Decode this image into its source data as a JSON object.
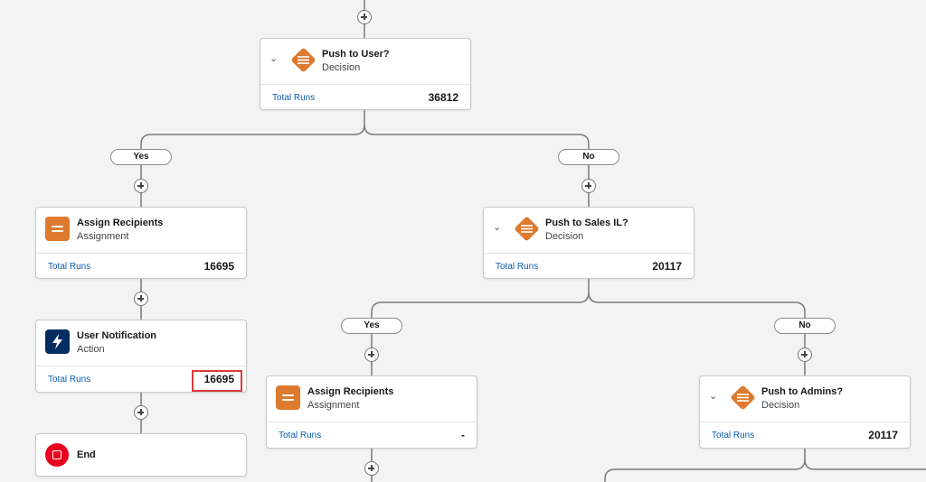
{
  "nodes": {
    "push_to_user": {
      "title": "Push to User?",
      "type": "Decision",
      "runs_label": "Total Runs",
      "runs": "36812"
    },
    "assign_left": {
      "title": "Assign Recipients",
      "type": "Assignment",
      "runs_label": "Total Runs",
      "runs": "16695"
    },
    "user_notification": {
      "title": "User Notification",
      "type": "Action",
      "runs_label": "Total Runs",
      "runs": "16695"
    },
    "end": {
      "title": "End"
    },
    "push_to_sales": {
      "title": "Push to Sales IL?",
      "type": "Decision",
      "runs_label": "Total Runs",
      "runs": "20117"
    },
    "assign_mid": {
      "title": "Assign Recipients",
      "type": "Assignment",
      "runs_label": "Total Runs",
      "runs": "-"
    },
    "push_to_admins": {
      "title": "Push to Admins?",
      "type": "Decision",
      "runs_label": "Total Runs",
      "runs": "20117"
    }
  },
  "branches": {
    "user_yes": "Yes",
    "user_no": "No",
    "sales_yes": "Yes",
    "sales_no": "No"
  },
  "icons": {
    "decision": "decision-icon",
    "assignment": "assignment-icon",
    "action": "lightning-bolt-icon",
    "end": "stop-icon",
    "add": "plus-icon",
    "collapse": "chevron-down-icon"
  },
  "colors": {
    "decision": "#dd7a2e",
    "assignment": "#dd7a2e",
    "action": "#032d60",
    "end": "#ea001e",
    "link": "#0b5cab",
    "highlight": "#d93b3b"
  }
}
